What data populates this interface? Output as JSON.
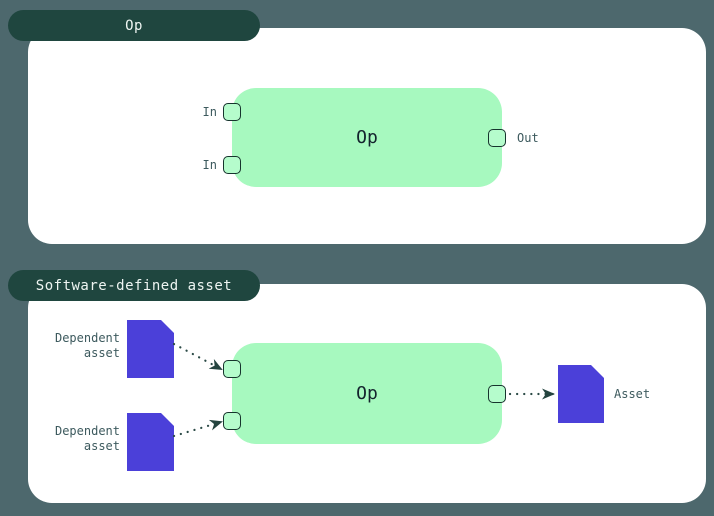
{
  "colors": {
    "background": "#4d686d",
    "tab_background": "#1f463f",
    "tab_text": "#eef5f2",
    "panel_background": "#ffffff",
    "op_node_fill": "#a7f9bf",
    "port_fill": "#b5fccc",
    "port_border": "#16342d",
    "asset_fill": "#4b40d9",
    "label_text": "#3d5a5e",
    "op_node_text": "#13232d",
    "arrow_color": "#24443f"
  },
  "op_panel": {
    "tab_label": "Op",
    "node_label": "Op",
    "input_port_labels": [
      "In",
      "In"
    ],
    "output_port_label": "Out"
  },
  "sda_panel": {
    "tab_label": "Software-defined asset",
    "node_label": "Op",
    "dependent_asset_labels": [
      "Dependent\nasset",
      "Dependent\nasset"
    ],
    "output_asset_label": "Asset"
  },
  "icons": {
    "asset_icon": "notched-document-shape",
    "port_icon": "rounded-square-port",
    "arrow_icon": "dotted-arrow"
  }
}
